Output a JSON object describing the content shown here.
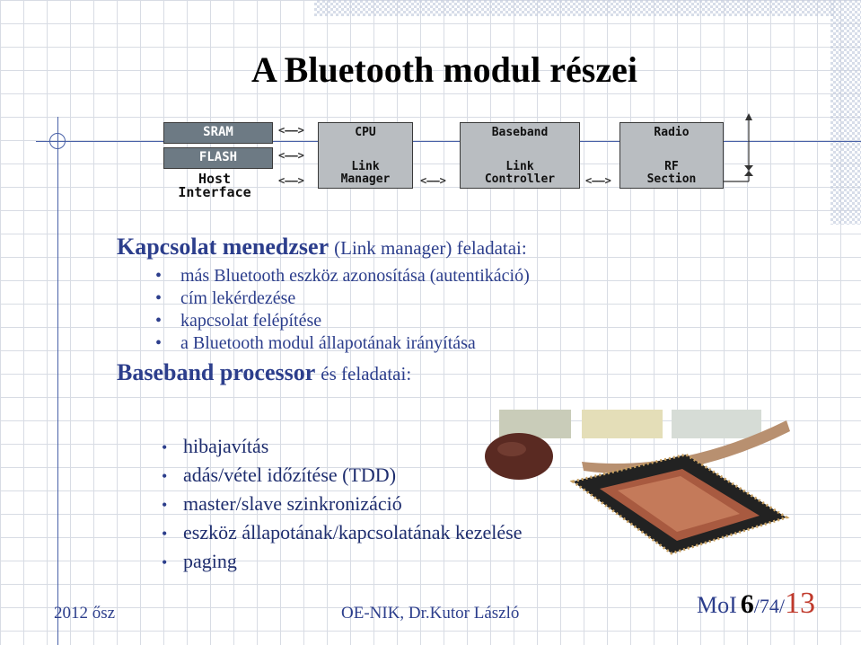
{
  "title": "A Bluetooth modul részei",
  "diagram": {
    "sram": "SRAM",
    "flash": "FLASH",
    "host_line1": "Host",
    "host_line2": "Interface",
    "cpu_top": "CPU",
    "cpu_bottom_1": "Link",
    "cpu_bottom_2": "Manager",
    "baseband_top": "Baseband",
    "baseband_bottom_1": "Link",
    "baseband_bottom_2": "Controller",
    "radio_top": "Radio",
    "radio_bottom_1": "RF",
    "radio_bottom_2": "Section"
  },
  "link_manager": {
    "heading": "Kapcsolat menedzser",
    "heading_rest": "(Link manager) feladatai:",
    "items": [
      "más Bluetooth eszköz azonosítása (autentikáció)",
      "cím lekérdezése",
      "kapcsolat felépítése",
      "a Bluetooth modul állapotának irányítása"
    ]
  },
  "baseband": {
    "heading": "Baseband processor",
    "heading_rest": "és feladatai:",
    "items": [
      "hibajavítás",
      "adás/vétel időzítése (TDD)",
      "master/slave szinkronizáció",
      "eszköz állapotának/kapcsolatának kezelése",
      "paging"
    ]
  },
  "footer": {
    "year": "2012 ősz",
    "author": "OE-NIK, Dr.Kutor László",
    "course": "MoI",
    "page": "6",
    "sep": "/74/",
    "lecture": "13"
  }
}
